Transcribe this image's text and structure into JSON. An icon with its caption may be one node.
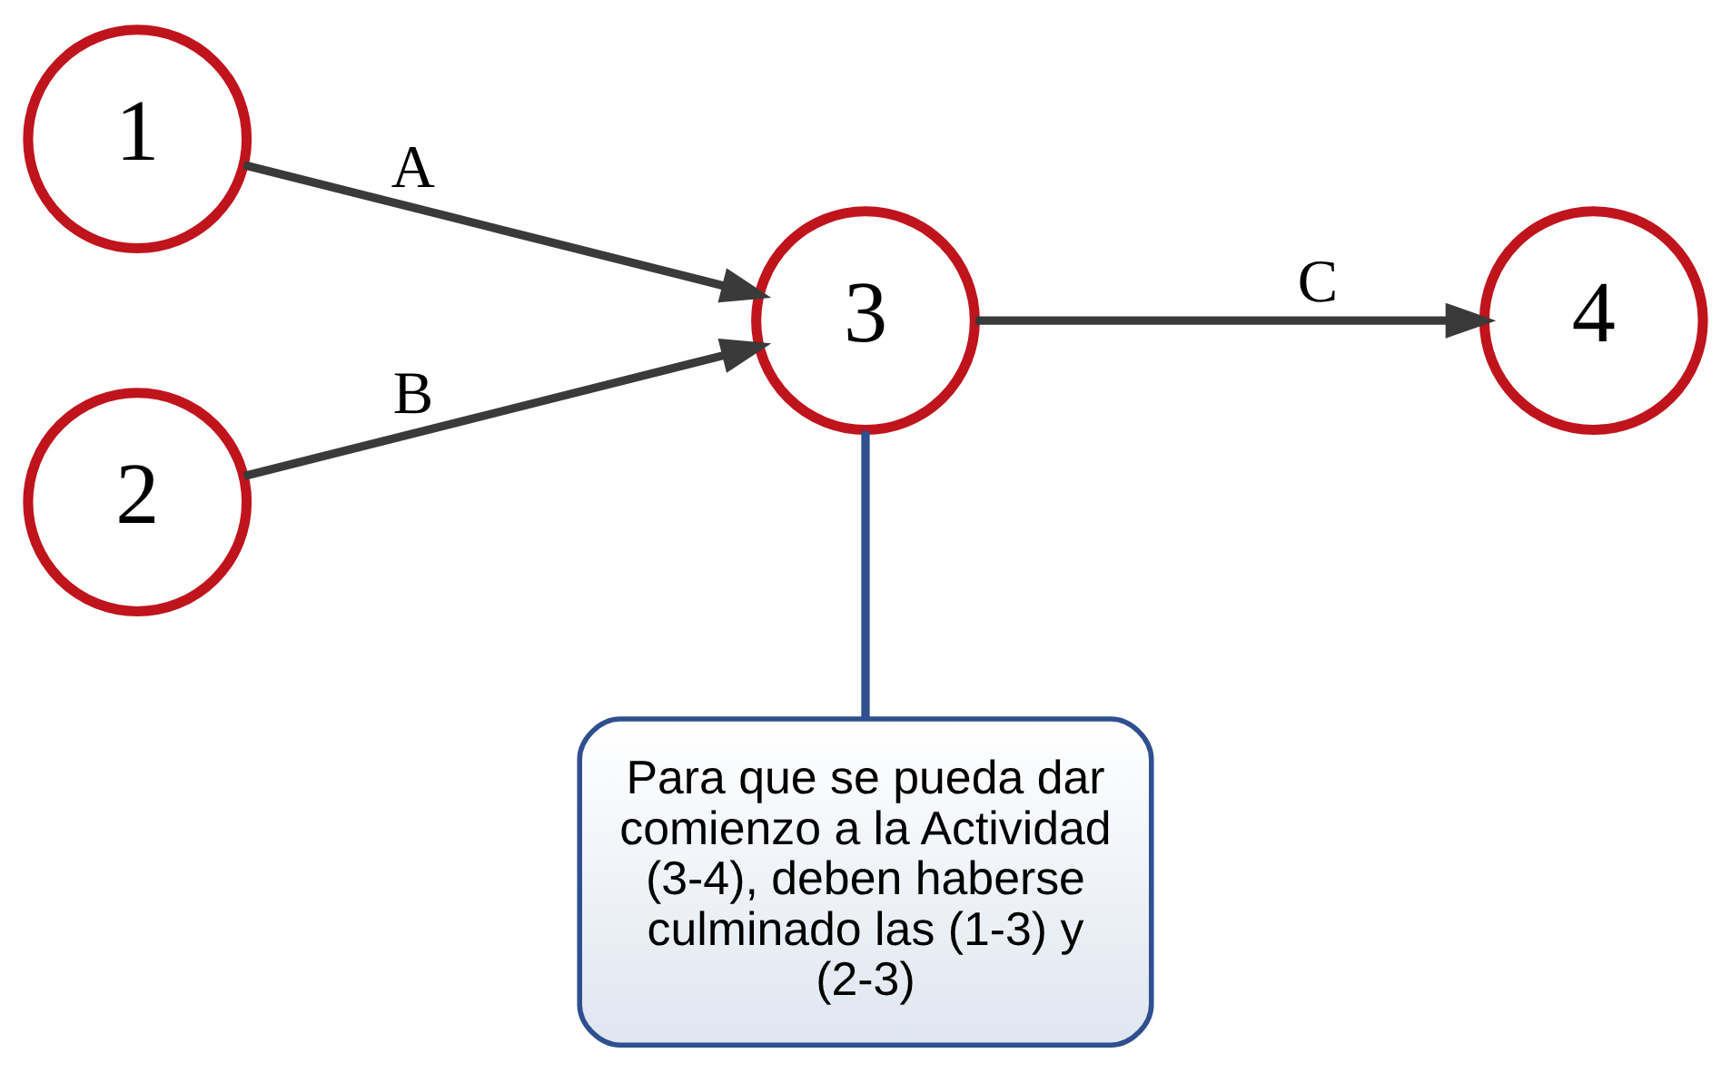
{
  "diagram": {
    "nodes": [
      {
        "text": [
          "1"
        ]
      },
      {
        "text": [
          "2"
        ]
      },
      {
        "text": [
          "3"
        ]
      },
      {
        "text": [
          "4"
        ]
      },
      {
        "text": [
          "Para que se pueda dar comienzo a la Actividad (3-4), deben haberse culminado las (1-3) y (2-3)"
        ]
      }
    ],
    "edges": [
      {
        "from": 0,
        "to": 2,
        "arrow": "to",
        "label": "A"
      },
      {
        "from": 1,
        "to": 2,
        "arrow": "to",
        "label": "B"
      },
      {
        "from": 2,
        "to": 3,
        "arrow": "to",
        "label": "C"
      },
      {
        "from": 4,
        "to": 2,
        "arrow": "none",
        "color": "#2f4f8f"
      }
    ]
  }
}
